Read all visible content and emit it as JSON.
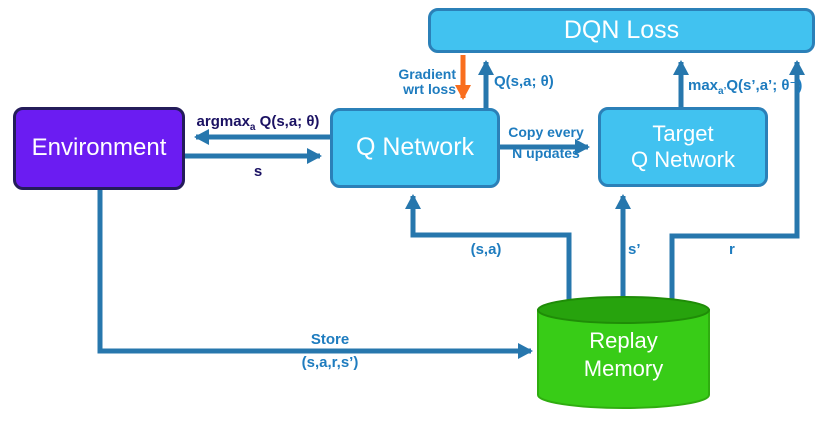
{
  "colors": {
    "box_blue_fill": "#41C2F0",
    "box_blue_border": "#2B80B8",
    "environment_fill": "#6B1CF2",
    "environment_border": "#241C5A",
    "replay_body_fill": "#38CC17",
    "replay_top_fill": "#27A30D",
    "arrow_blue": "#2777AD",
    "arrow_orange": "#F96E1E",
    "label_blue": "#1E7CBF",
    "label_navy": "#1B1263",
    "box_text": "#FFFFFF"
  },
  "nodes": {
    "dqn_loss": {
      "label": "DQN Loss"
    },
    "environment": {
      "label": "Environment"
    },
    "q_network": {
      "label": "Q Network"
    },
    "target_q_network": {
      "line1": "Target",
      "line2": "Q Network"
    },
    "replay_memory": {
      "line1": "Replay",
      "line2": "Memory"
    }
  },
  "edges": {
    "argmax_action": {
      "pre": "argmax",
      "sub": "a",
      "post": " Q(s,a; θ)"
    },
    "state": {
      "label": "s"
    },
    "gradient": {
      "line1": "Gradient",
      "line2": "wrt loss"
    },
    "q_value": {
      "label": "Q(s,a; θ)"
    },
    "max_q": {
      "pre": "max",
      "sub": "a’",
      "post": "Q(s’,a’; θ⁻)"
    },
    "copy": {
      "line1": "Copy every",
      "line2": "N updates"
    },
    "sampled_sa": {
      "label": "(s,a)"
    },
    "sampled_s_prime": {
      "label": "s’"
    },
    "sampled_reward": {
      "label": "r"
    },
    "store": {
      "line1": "Store",
      "line2": "(s,a,r,s’)"
    }
  }
}
